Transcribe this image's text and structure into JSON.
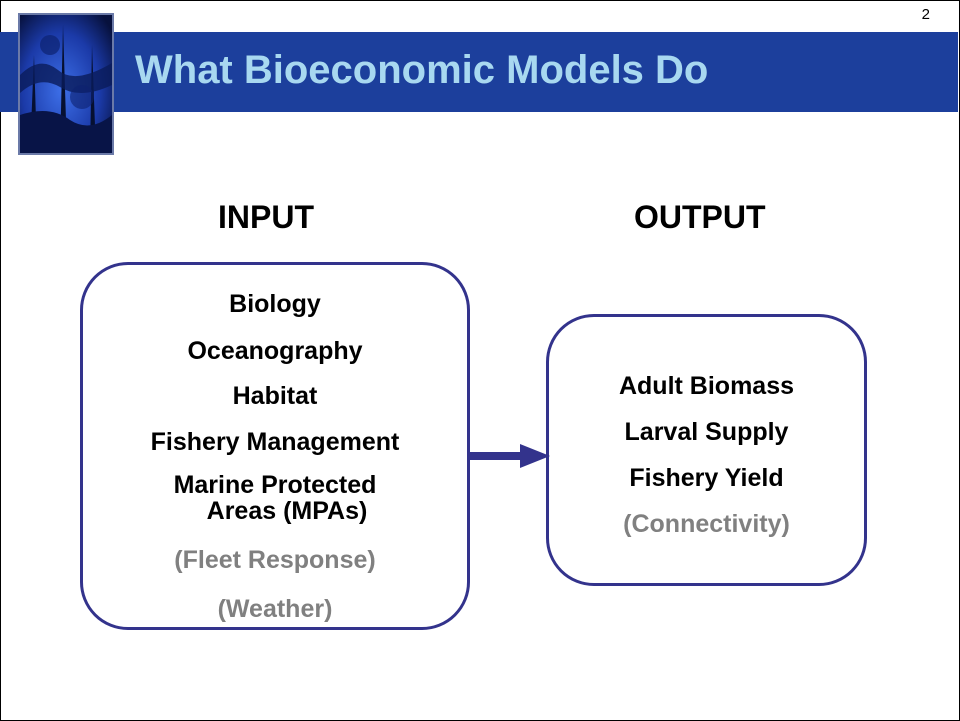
{
  "slide": {
    "page_number": "2",
    "title": "What Bioeconomic Models Do"
  },
  "input": {
    "heading": "INPUT",
    "items": [
      "Biology",
      "Oceanography",
      "Habitat",
      "Fishery Management",
      "Marine Protected",
      "Areas (MPAs)",
      "(Fleet Response)",
      "(Weather)"
    ]
  },
  "output": {
    "heading": "OUTPUT",
    "items": [
      "Adult Biomass",
      "Larval Supply",
      "Fishery Yield",
      "(Connectivity)"
    ]
  },
  "colors": {
    "title_bar": "#1c3f9c",
    "title_text": "#a8d8f0",
    "box_border": "#33338c",
    "arrow": "#33338c",
    "muted_text": "#808080"
  }
}
